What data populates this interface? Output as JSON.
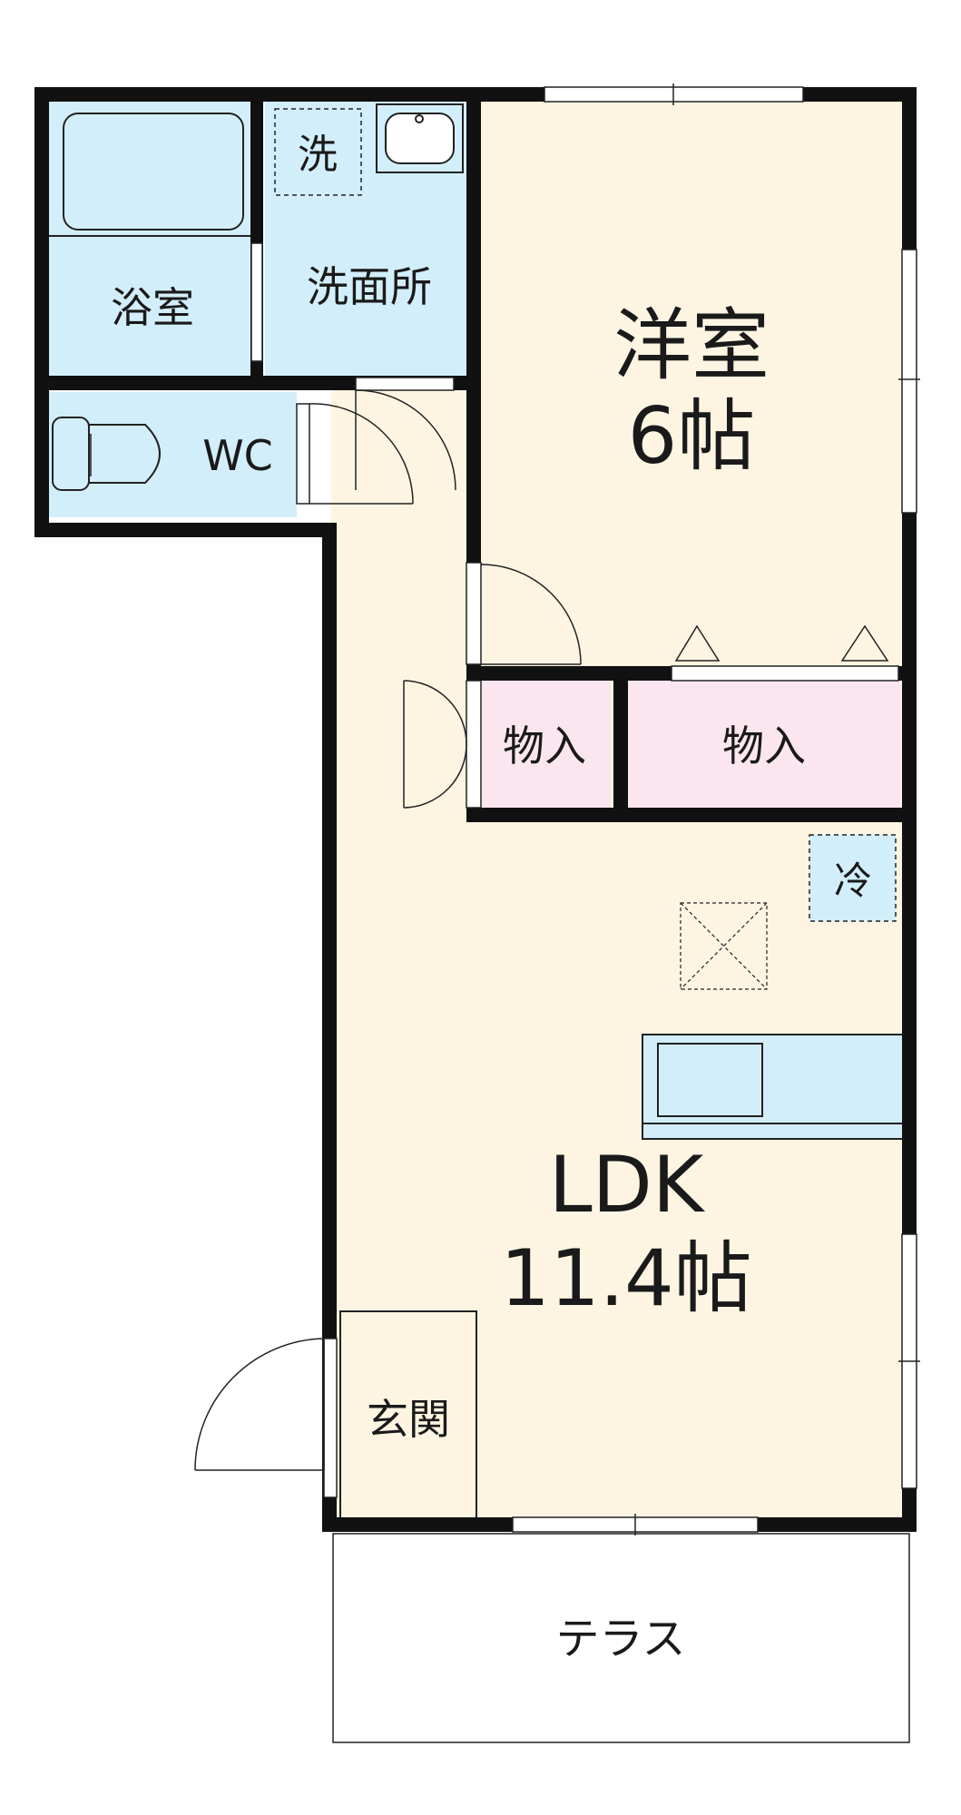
{
  "rooms": {
    "bath": "浴室",
    "washroom": "洗面所",
    "washer": "洗",
    "wc": "WC",
    "western_room": {
      "name": "洋室",
      "size": "6帖"
    },
    "storage_small": "物入",
    "storage_large": "物入",
    "fridge": "冷",
    "ldk": {
      "name": "LDK",
      "size": "11.4帖"
    },
    "entrance": "玄関",
    "terrace": "テラス"
  },
  "colors": {
    "wall": "#111111",
    "wet_area": "#d3eefb",
    "living_floor": "#fdf5e2",
    "storage_floor": "#fbe6ef",
    "line": "#222222"
  }
}
